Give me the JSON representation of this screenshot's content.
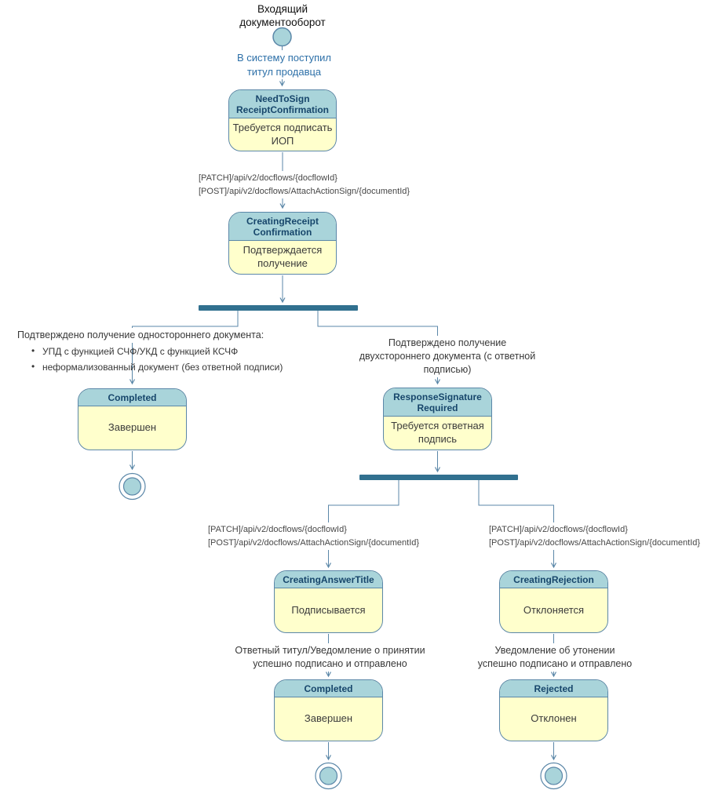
{
  "title": "Входящий\nдокументооборот",
  "colors": {
    "state_header_bg": "#a9d4da",
    "state_body_bg": "#ffffcc",
    "state_border": "#5b87a8",
    "fork_bar": "#31708f",
    "connector": "#5b87a8",
    "header_text": "#17466b",
    "event_label_text": "#2d70a8",
    "api_label_text": "#474747"
  },
  "start_event_label": "В систему поступил\nтитул продавца",
  "states": {
    "need_to_sign": {
      "name": "NeedToSign\nReceiptConfirmation",
      "description": "Требуется подписать\nИОП"
    },
    "creating_receipt": {
      "name": "CreatingReceipt\nConfirmation",
      "description": "Подтверждается\nполучение"
    },
    "completed_left": {
      "name": "Completed",
      "description": "Завершен"
    },
    "response_signature": {
      "name": "ResponseSignature\nRequired",
      "description": "Требуется ответная\nподпись"
    },
    "creating_answer_title": {
      "name": "CreatingAnswerTitle",
      "description": "Подписывается"
    },
    "creating_rejection": {
      "name": "CreatingRejection",
      "description": "Отклоняется"
    },
    "completed_bottom": {
      "name": "Completed",
      "description": "Завершен"
    },
    "rejected": {
      "name": "Rejected",
      "description": "Отклонен"
    }
  },
  "transition_labels": {
    "api_need_to_sign": "[PATCH]/api/v2/docflows/{docflowId}\n[POST]/api/v2/docflows/AttachActionSign/{documentId}",
    "api_answer": "[PATCH]/api/v2/docflows/{docflowId}\n[POST]/api/v2/docflows/AttachActionSign/{documentId}",
    "api_rejection": "[PATCH]/api/v2/docflows/{docflowId}\n[POST]/api/v2/docflows/AttachActionSign/{documentId}",
    "one_sided_heading": "Подтверждено получение одностороннего документа:",
    "one_sided_items": [
      "УПД с функцией СЧФ/УКД с функцией КСЧФ",
      "неформализованный документ (без ответной подписи)"
    ],
    "two_sided": "Подтверждено получение\nдвухстороннего документа (с ответной подписью)",
    "answer_signed": "Ответный титул/Уведомление о принятии\nуспешно подписано и отправлено",
    "rejection_signed": "Уведомление об утонении\nуспешно подписано и отправлено"
  }
}
